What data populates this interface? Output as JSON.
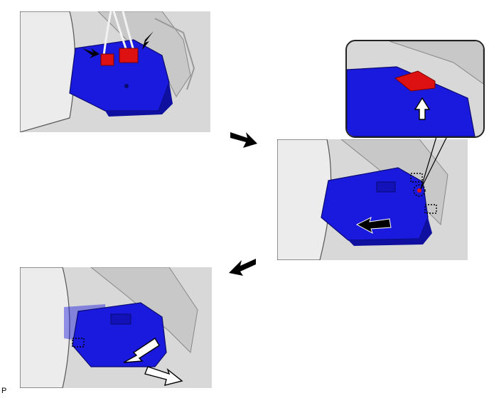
{
  "figure": {
    "code": "P"
  },
  "colors": {
    "module_blue": "#1a1adf",
    "module_blue_dark": "#0f0fa0",
    "connector_red": "#dd1111",
    "panel_gray": "#d8d8d8",
    "trim_gray": "#ececec",
    "outline": "#333333"
  },
  "steps": [
    {
      "id": "step-1",
      "action": "disconnect-connectors"
    },
    {
      "id": "step-2",
      "action": "release-lock-and-slide"
    },
    {
      "id": "step-3",
      "action": "remove-module"
    }
  ]
}
